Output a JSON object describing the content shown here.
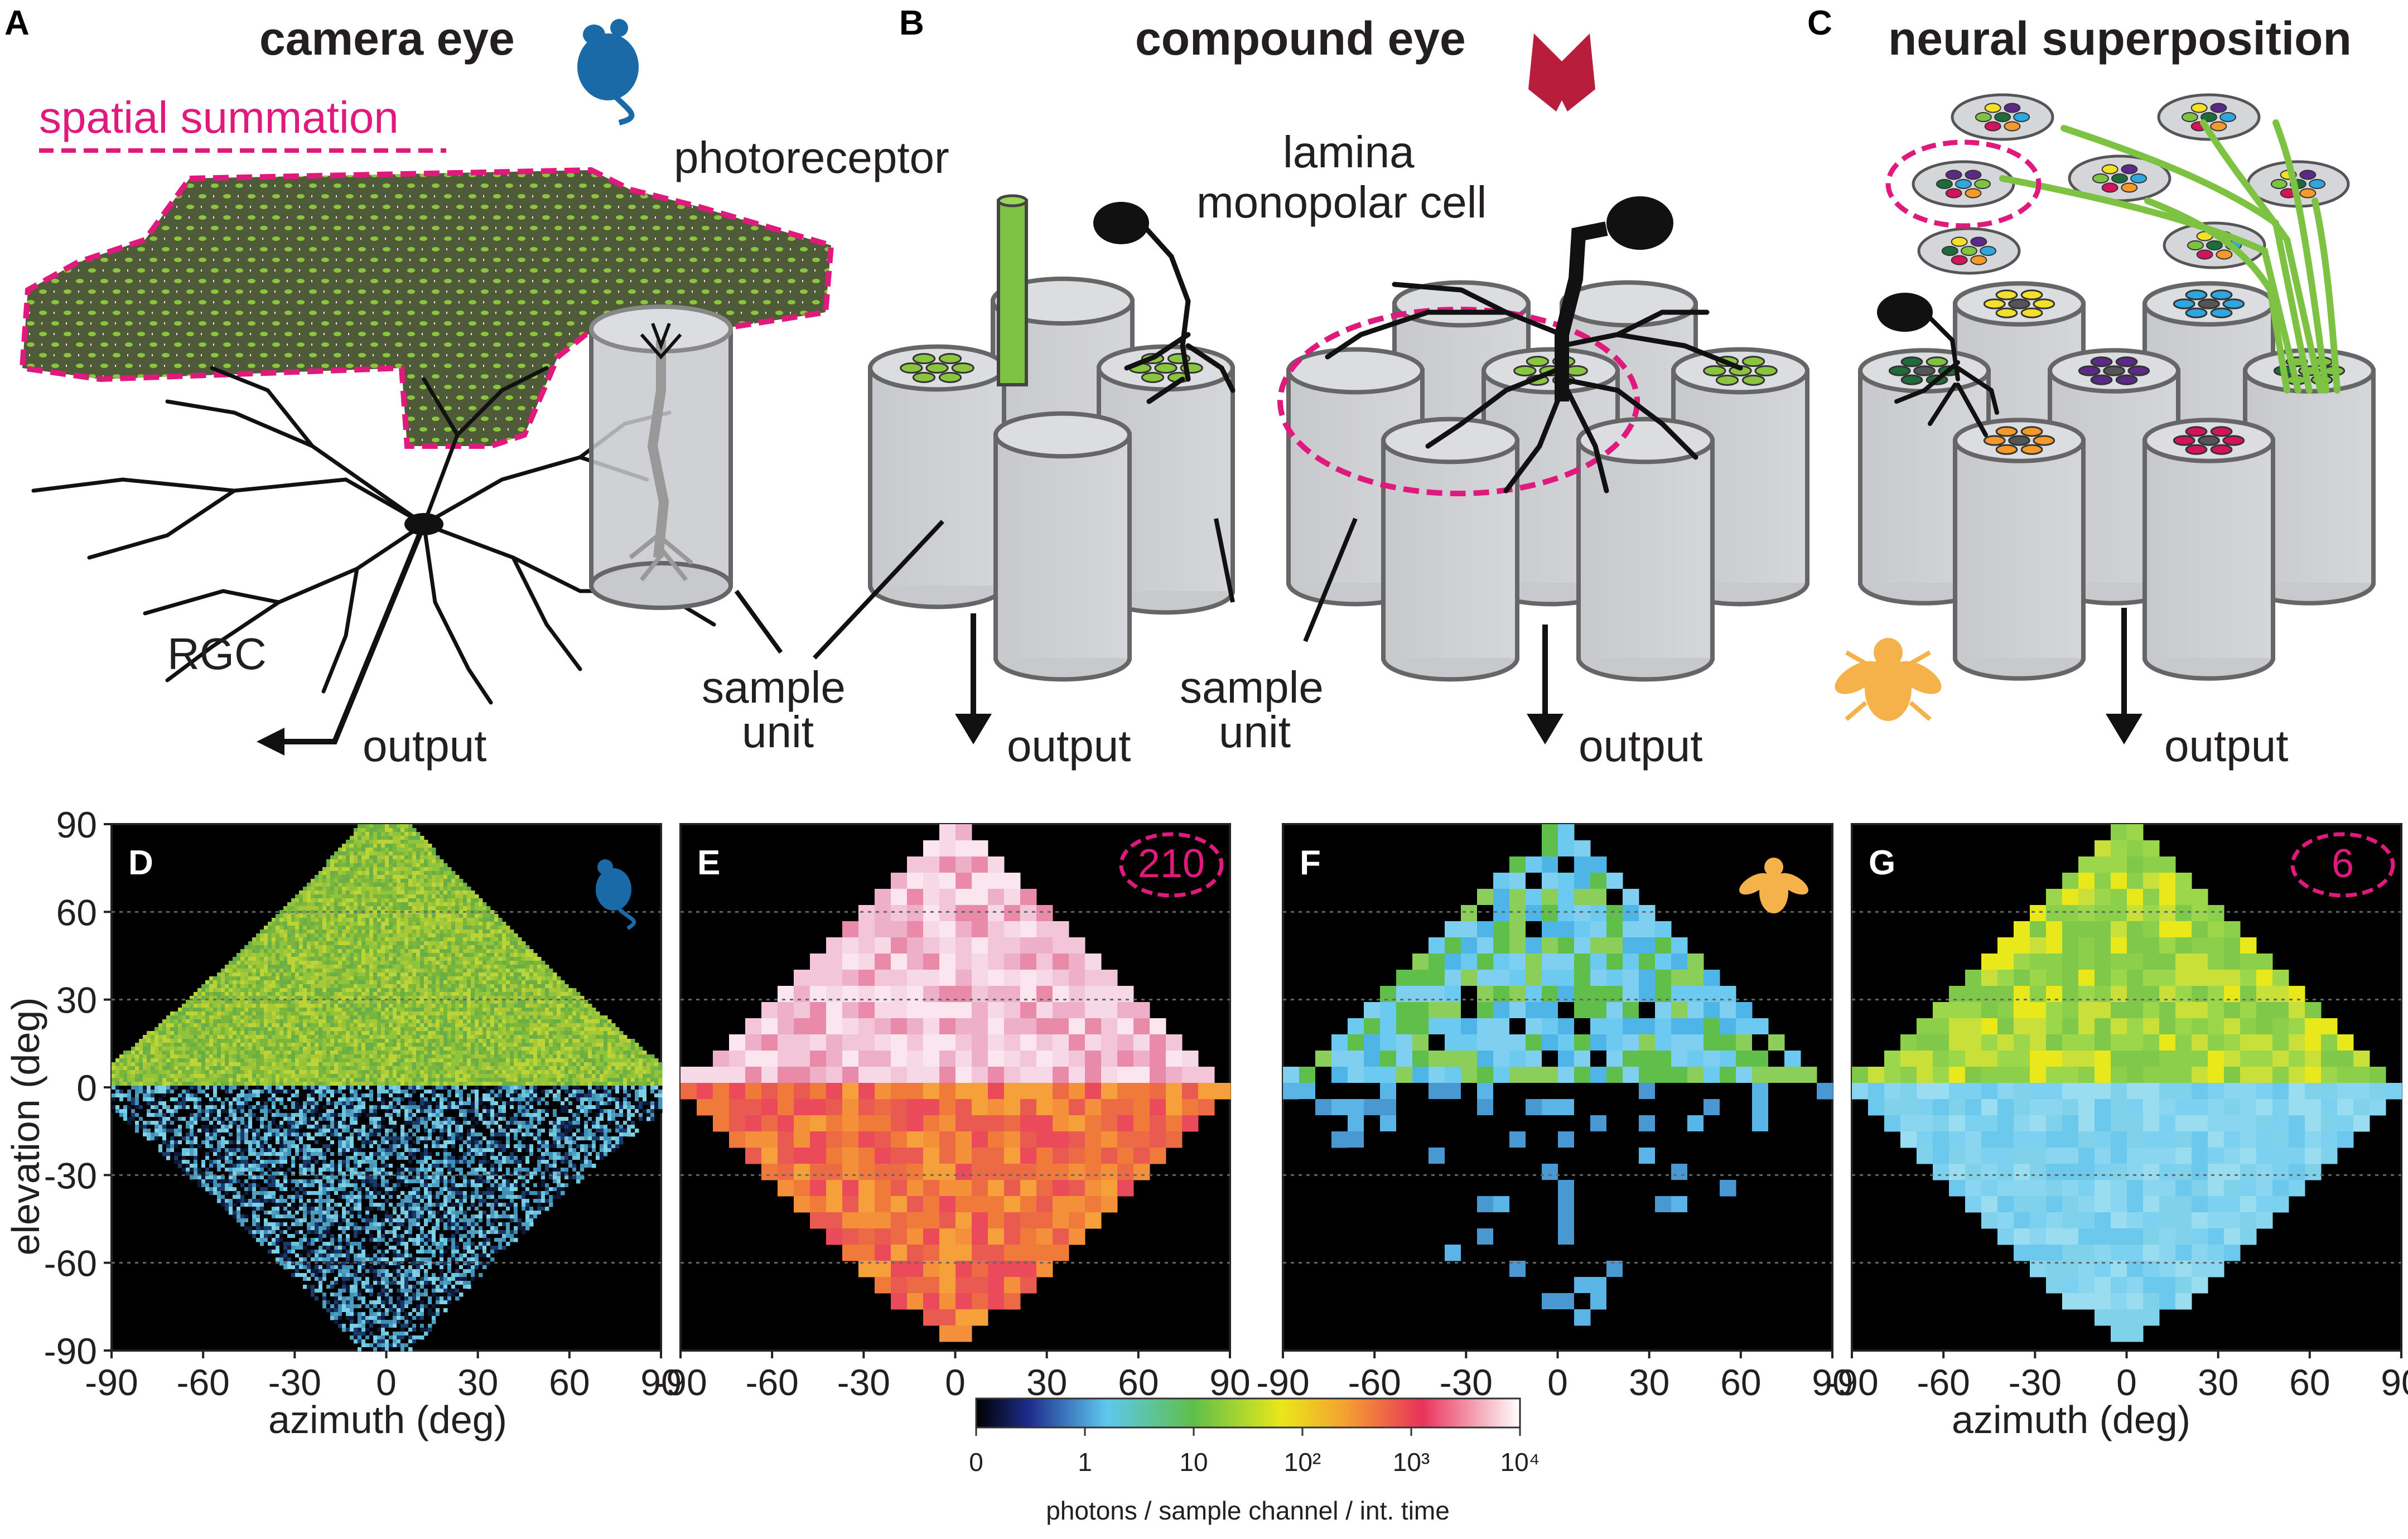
{
  "panels": {
    "A": {
      "letter": "A",
      "title": "camera eye",
      "summation_label": "spatial summation",
      "photoreceptor_label": "photoreceptor",
      "rgc_label": "RGC",
      "output_label": "output"
    },
    "B": {
      "letter": "B",
      "title": "compound eye",
      "lmc_label_1": "lamina",
      "lmc_label_2": "monopolar cell",
      "sample_label_1": "sample",
      "sample_label_2": "unit",
      "sample_label_3": "sample",
      "sample_label_4": "unit",
      "output_left": "output",
      "output_right": "output"
    },
    "C": {
      "letter": "C",
      "title": "neural superposition",
      "output_label": "output"
    },
    "D": {
      "letter": "D"
    },
    "E": {
      "letter": "E",
      "badge": "210"
    },
    "F": {
      "letter": "F"
    },
    "G": {
      "letter": "G",
      "badge": "6"
    }
  },
  "axes": {
    "ylabel": "elevation (deg)",
    "xlabel": "azimuth (deg)",
    "ticks": [
      "90",
      "60",
      "30",
      "0",
      "-30",
      "-60",
      "-90"
    ],
    "xticks": [
      "-90",
      "-60",
      "-30",
      "0",
      "30",
      "60",
      "90"
    ]
  },
  "colorbar": {
    "label": "photons / sample channel / int. time",
    "ticks": [
      "0",
      "1",
      "10",
      "10²",
      "10³",
      "10⁴"
    ],
    "stops": [
      "#000000",
      "#1f2f8f",
      "#5ec8ee",
      "#5fbf4a",
      "#e8e81a",
      "#f5a030",
      "#e8335a",
      "#ffffff"
    ]
  },
  "chart_data": [
    {
      "type": "heatmap",
      "panel": "D",
      "xlabel": "",
      "ylabel": "elevation (deg)",
      "xlim": [
        -90,
        90
      ],
      "ylim": [
        -90,
        90
      ],
      "upper_value_approx": 20,
      "lower_value_approx": 1.5,
      "grid": true
    },
    {
      "type": "heatmap",
      "panel": "E",
      "xlabel": "",
      "ylabel": "",
      "xlim": [
        -90,
        90
      ],
      "ylim": [
        -90,
        90
      ],
      "upper_value_approx": 5000,
      "lower_value_approx": 800,
      "grid": true
    },
    {
      "type": "heatmap",
      "panel": "F",
      "xlabel": "",
      "ylabel": "",
      "xlim": [
        -90,
        90
      ],
      "ylim": [
        -90,
        90
      ],
      "upper_value_approx": 3,
      "lower_value_approx": 0.8,
      "grid": true
    },
    {
      "type": "heatmap",
      "panel": "G",
      "xlabel": "azimuth (deg)",
      "ylabel": "",
      "xlim": [
        -90,
        90
      ],
      "ylim": [
        -90,
        90
      ],
      "upper_value_approx": 40,
      "lower_value_approx": 3,
      "grid": true
    }
  ]
}
